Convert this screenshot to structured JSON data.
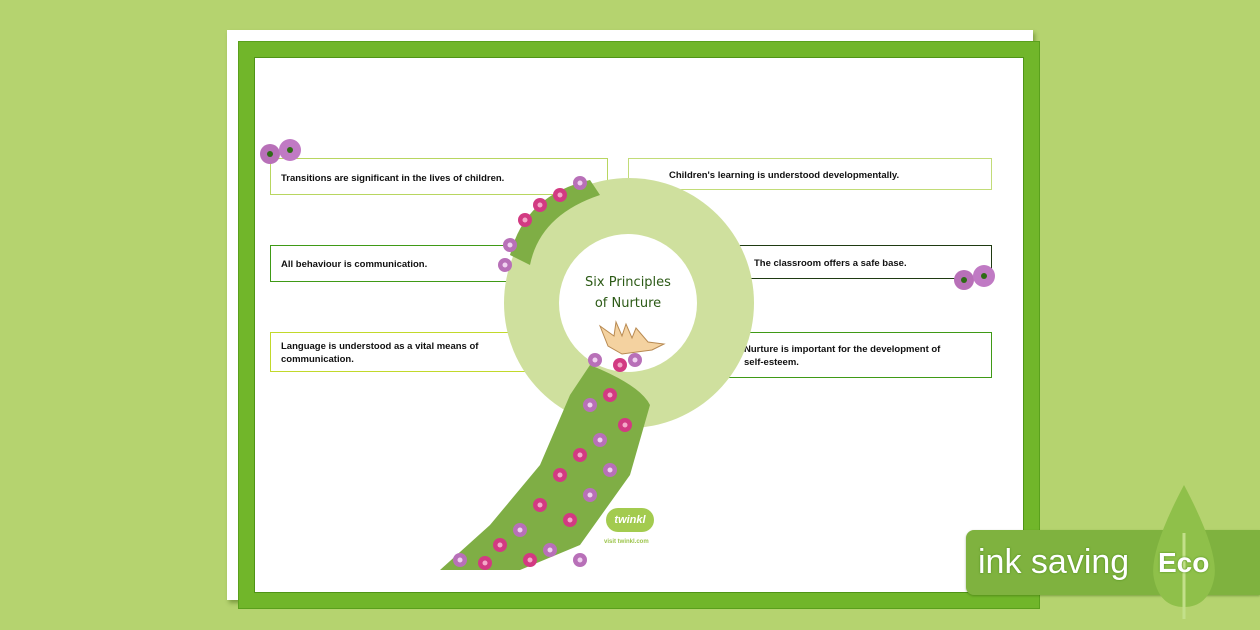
{
  "document": {
    "title_line1": "Six Principles",
    "title_line2": "of Nurture",
    "principles": [
      {
        "text": "Transitions are significant in the lives of children.",
        "side": "left"
      },
      {
        "text": "All behaviour is communication.",
        "side": "left"
      },
      {
        "text": "Language is understood as a vital means of communication.",
        "side": "left"
      },
      {
        "text": "Children's learning is understood developmentally.",
        "side": "right"
      },
      {
        "text": "The classroom offers a safe base.",
        "side": "right"
      },
      {
        "text": "Nurture is important for the development of self-esteem.",
        "side": "right"
      }
    ]
  },
  "branding": {
    "logo": "twinkl",
    "url": "visit twinkl.com"
  },
  "eco_banner": {
    "text": "ink saving",
    "badge": "Eco",
    "icon": "leaf-icon"
  },
  "colors": {
    "background": "#b5d36f",
    "frame": "#71b62a",
    "ring": "#cfe09e",
    "title": "#2c5a16",
    "banner": "#7fb23f"
  }
}
